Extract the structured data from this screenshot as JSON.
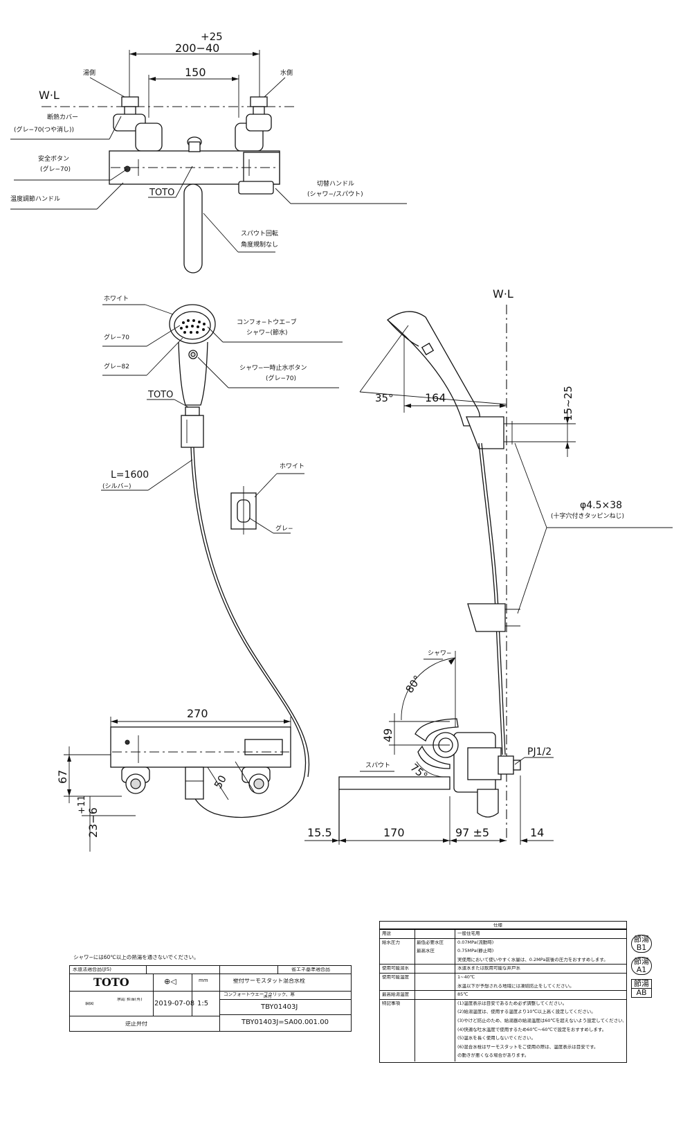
{
  "top_view": {
    "dim_tolerance": "+25",
    "dim_pitch": "200−40",
    "dim_150": "150",
    "wl_label": "W·L",
    "hot_side": "湯側",
    "cold_side": "水側",
    "cover_label": "断熱カバー",
    "cover_color": "(グレ−70(つや消し))",
    "safety_button": "安全ボタン",
    "safety_color": "(グレ−70)",
    "temp_handle": "温度調節ハンドル",
    "brand_mark": "TOTO",
    "switch_handle": "切替ハンドル",
    "switch_sub": "(シャワ−/スパウト)",
    "spout_rotation": "スパウト回転",
    "spout_rotation_sub": "角度規制なし"
  },
  "shower_head": {
    "white": "ホワイト",
    "gray70": "グレ−70",
    "gray82": "グレ−82",
    "comfort_wave": "コンフォ−トウエ−ブ",
    "comfort_wave_sub": "シャワ−(節水)",
    "stop_button": "シャワ−一時止水ボタン",
    "stop_button_sub": "(グレ−70)",
    "brand_mark": "TOTO",
    "hose_length": "L=1600",
    "hose_color": "(シルバ−)",
    "holder_white": "ホワイト",
    "holder_gray": "グレ−"
  },
  "side_view": {
    "wl_label": "W·L",
    "angle_35": "35°",
    "dim_164": "164",
    "dim_15_25": "15~25",
    "screw": "φ4.5×38",
    "screw_sub": "(十字穴付きタッピンねじ)",
    "shower_label": "シャワ−",
    "angle_80": "80°",
    "dim_49": "49",
    "spout_label": "スパウト",
    "angle_75": "75°",
    "pj": "PJ1/2",
    "dim_15_5": "15.5",
    "dim_170": "170",
    "dim_97": "97 ±5",
    "dim_14": "14"
  },
  "front_view": {
    "dim_270": "270",
    "dim_67": "67",
    "dim_50": "50",
    "dim_offset": "+11",
    "dim_offset2": "23−6"
  },
  "title_block": {
    "note": "シャワ−には60℃以上の熱湯を通さないでください。",
    "standard": "水道法適合品(JIS)",
    "eco": "省エネ基準適合品",
    "company": "TOTO",
    "date": "2019-07-08",
    "scale": "1:5",
    "product_name": "壁付サーモスタット混合水栓",
    "product_sub": "コンフォートウエーブクリック、寒",
    "product_sub2": "床付",
    "model": "TBY01403J",
    "drawing_no": "TBY01403J=SA00.001.00",
    "label_plan": "製図",
    "label_approve": "承認 担当(有)",
    "label_remarks": "逆止弁付",
    "unit": "mm"
  },
  "spec": {
    "title": "仕様",
    "rows": [
      {
        "k": "用途",
        "k2": "",
        "v": "一般住宅用"
      },
      {
        "k": "給水圧力",
        "k2": "最低必要水圧",
        "v": "0.07MPa(流動時)"
      },
      {
        "k": "",
        "k2": "最高水圧",
        "v": "0.75MPa(静止時)"
      },
      {
        "k": "",
        "k2": "",
        "v": "実使用において使いやすく水量は、0.2MPa前後の圧力をおすすめします。"
      },
      {
        "k": "使用可能湯水",
        "k2": "",
        "v": "水道水または飲用可能な井戸水"
      },
      {
        "k": "使用可能温度",
        "k2": "",
        "v": "1~40℃"
      },
      {
        "k": "",
        "k2": "",
        "v": "氷温以下が予想される地域には凍結防止をしてください。"
      },
      {
        "k": "最高給湯温度",
        "k2": "",
        "v": "85℃"
      },
      {
        "k": "特記事項",
        "k2": "",
        "v": "(1)温度表示は目安であるため必ず調整してください。"
      },
      {
        "k": "",
        "k2": "",
        "v": "(2)給湯温度は、使用する温度より10℃以上高く設定してください。"
      },
      {
        "k": "",
        "k2": "",
        "v": "(3)やけど防止のため、給湯器の給湯温度は60℃を超えないよう設定してください。"
      },
      {
        "k": "",
        "k2": "",
        "v": "(4)快適な吐水温度で使用するため60℃〜60℃で設定をおすすめします。"
      },
      {
        "k": "",
        "k2": "",
        "v": "(5)温水を長く使用しないでください。"
      },
      {
        "k": "",
        "k2": "",
        "v": "(6)混合水栓はサーモスタットをご使用の際は、温度表示は目安です。"
      },
      {
        "k": "",
        "k2": "",
        "v": "の動きが悪くなる場合があります。"
      }
    ]
  },
  "badges": [
    {
      "top": "節湯",
      "bottom": "B1"
    },
    {
      "top": "節湯",
      "bottom": "A1"
    },
    {
      "top": "節湯",
      "bottom": "AB"
    }
  ]
}
